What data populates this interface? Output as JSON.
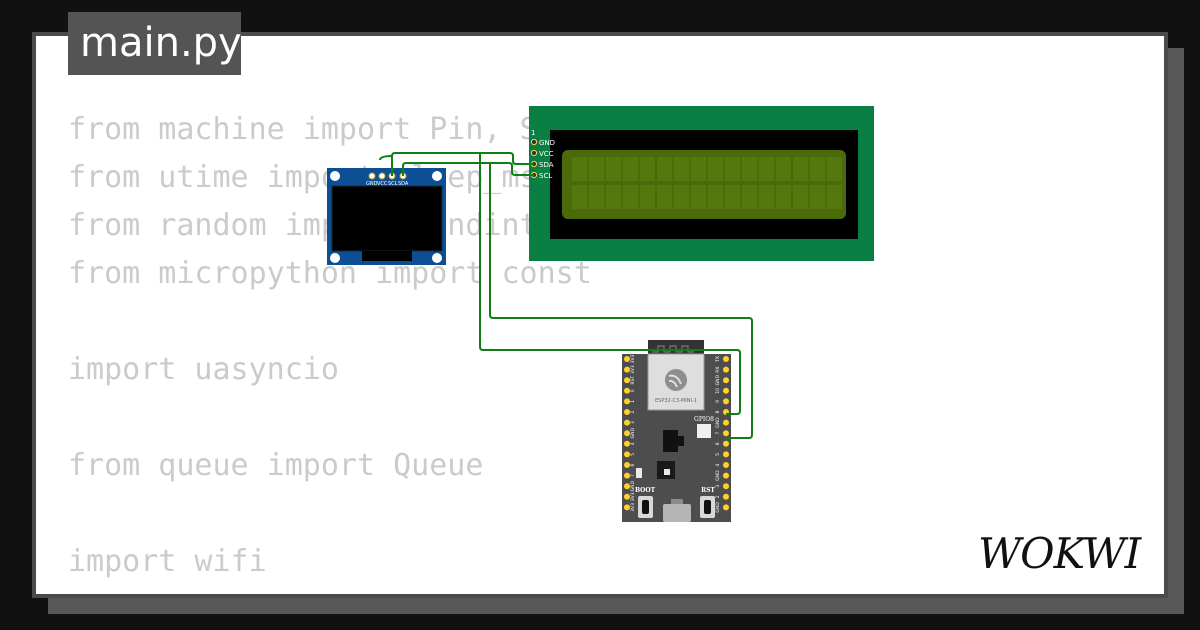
{
  "file_tab": {
    "label": "main.py"
  },
  "code_lines": [
    "from machine import Pin, SoftI2C, UART",
    "from utime import sleep_ms",
    "from random import randint",
    "from micropython import const",
    "",
    "import uasyncio",
    "",
    "from queue import Queue",
    "",
    "import wifi"
  ],
  "lcd": {
    "pin_number": "1",
    "pins": [
      "GND",
      "VCC",
      "SDA",
      "SCL"
    ],
    "board_color": "#0a7f44",
    "screen_color": "#4b6b0a"
  },
  "oled": {
    "pins": [
      "GND",
      "VCC",
      "SCL",
      "SDA"
    ],
    "board_color": "#0d4f94"
  },
  "esp32": {
    "module_label": "ESP32-C3-MINI-1",
    "boot_label": "BOOT",
    "reset_label": "RST",
    "led_label": "GPIO8",
    "left_pins": [
      "3V3",
      "3V3",
      "RST",
      "0",
      "1",
      "2",
      "3",
      "GND",
      "4",
      "5",
      "6",
      "7",
      "GND",
      "3V3",
      "3V3"
    ],
    "right_pins": [
      "TX",
      "RX",
      "GND",
      "10",
      "9",
      "8",
      "GND",
      "7",
      "6",
      "5",
      "4",
      "GND",
      "3",
      "2",
      "GND"
    ]
  },
  "wire_color": "#0f7f14",
  "logo": {
    "text": "WOKWI"
  }
}
